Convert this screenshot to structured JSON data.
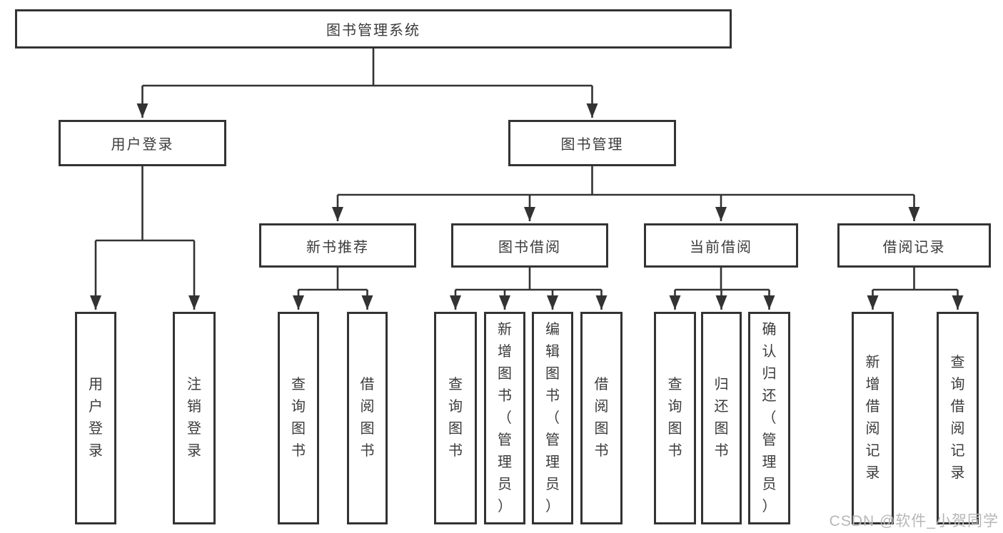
{
  "diagram": {
    "root": {
      "label": "图书管理系统"
    },
    "level2": [
      {
        "label": "用户登录"
      },
      {
        "label": "图书管理"
      }
    ],
    "level3": [
      {
        "label": "新书推荐"
      },
      {
        "label": "图书借阅"
      },
      {
        "label": "当前借阅"
      },
      {
        "label": "借阅记录"
      }
    ],
    "leaves": [
      {
        "label": "用户登录",
        "parent": "用户登录"
      },
      {
        "label": "注销登录",
        "parent": "用户登录"
      },
      {
        "label": "查询图书",
        "parent": "新书推荐"
      },
      {
        "label": "借阅图书",
        "parent": "新书推荐"
      },
      {
        "label": "查询图书",
        "parent": "图书借阅"
      },
      {
        "label": "新增图书（管理员）",
        "parent": "图书借阅"
      },
      {
        "label": "编辑图书（管理员）",
        "parent": "图书借阅"
      },
      {
        "label": "借阅图书",
        "parent": "图书借阅"
      },
      {
        "label": "查询图书",
        "parent": "当前借阅"
      },
      {
        "label": "归还图书",
        "parent": "当前借阅"
      },
      {
        "label": "确认归还（管理员）",
        "parent": "当前借阅"
      },
      {
        "label": "新增借阅记录",
        "parent": "借阅记录"
      },
      {
        "label": "查询借阅记录",
        "parent": "借阅记录"
      }
    ]
  },
  "watermark": "CSDN @软件_小贺同学",
  "colors": {
    "line": "#333333",
    "text": "#3b3b3b",
    "watermark": "#b7b7b7",
    "background": "#ffffff"
  }
}
